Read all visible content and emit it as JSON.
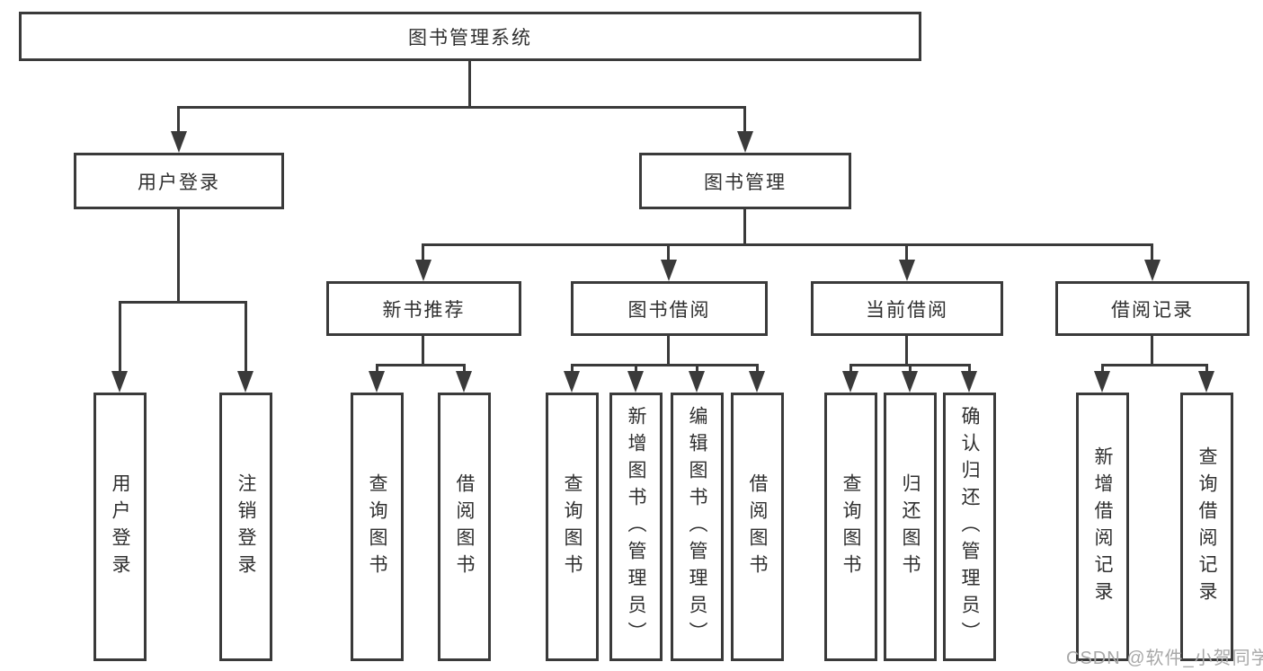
{
  "diagram": {
    "type": "tree",
    "title": "图书管理系统",
    "nodes": {
      "root": {
        "label": "图书管理系统"
      },
      "user_login": {
        "label": "用户登录"
      },
      "book_mgmt": {
        "label": "图书管理"
      },
      "login": {
        "label": "用户登录"
      },
      "logout": {
        "label": "注销登录"
      },
      "new_books": {
        "label": "新书推荐"
      },
      "nb_query": {
        "label": "查询图书"
      },
      "nb_borrow": {
        "label": "借阅图书"
      },
      "book_borrow": {
        "label": "图书借阅"
      },
      "bb_query": {
        "label": "查询图书"
      },
      "bb_add": {
        "label": "新增图书（管理员）"
      },
      "bb_edit": {
        "label": "编辑图书（管理员）"
      },
      "bb_borrow": {
        "label": "借阅图书"
      },
      "current_borrow": {
        "label": "当前借阅"
      },
      "cb_query": {
        "label": "查询图书"
      },
      "cb_return": {
        "label": "归还图书"
      },
      "cb_confirm": {
        "label": "确认归还（管理员）"
      },
      "borrow_records": {
        "label": "借阅记录"
      },
      "br_add": {
        "label": "新增借阅记录"
      },
      "br_query": {
        "label": "查询借阅记录"
      }
    },
    "structure": {
      "图书管理系统": {
        "用户登录": [
          "用户登录",
          "注销登录"
        ],
        "图书管理": {
          "新书推荐": [
            "查询图书",
            "借阅图书"
          ],
          "图书借阅": [
            "查询图书",
            "新增图书（管理员）",
            "编辑图书（管理员）",
            "借阅图书"
          ],
          "当前借阅": [
            "查询图书",
            "归还图书",
            "确认归还（管理员）"
          ],
          "借阅记录": [
            "新增借阅记录",
            "查询借阅记录"
          ]
        }
      }
    },
    "colors": {
      "line": "#3a3a3a",
      "text": "#2f2f2f",
      "watermark": "#a8a8a8",
      "background": "#ffffff"
    },
    "watermark": "CSDN @软件_小贺同学"
  }
}
